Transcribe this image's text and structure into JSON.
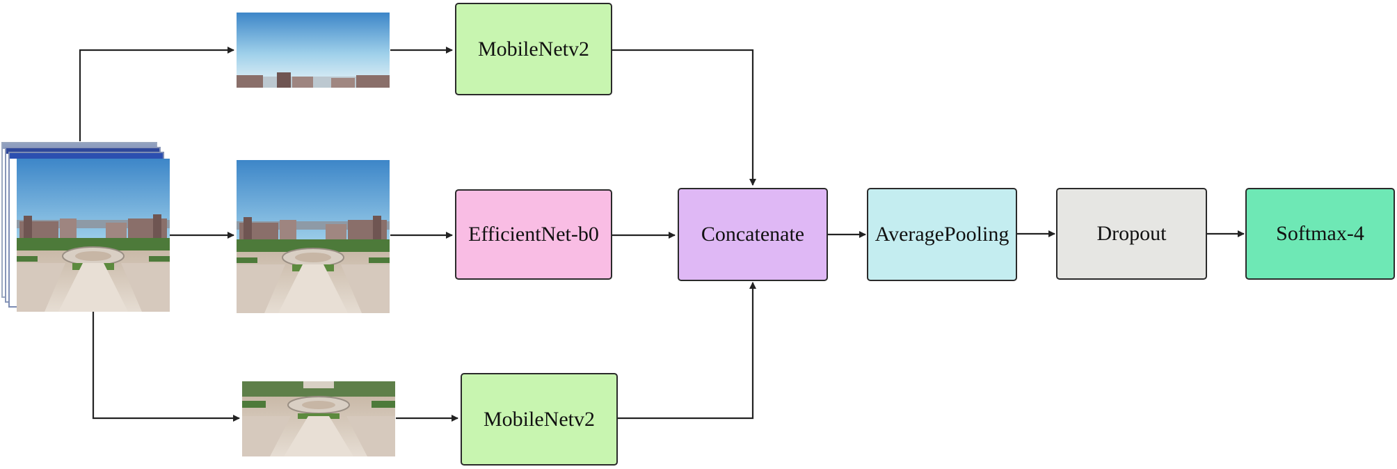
{
  "inputs": {
    "stack_icon": "image-stack-icon",
    "top_crop_icon": "sky-crop-image-icon",
    "full_image_icon": "campus-image-icon",
    "bottom_crop_icon": "ground-crop-image-icon"
  },
  "nodes": {
    "mobilenet_top": "MobileNetv2",
    "efficientnet": "EfficientNet-b0",
    "mobilenet_bottom": "MobileNetv2",
    "concatenate": "Concatenate",
    "average_pooling": "AveragePooling",
    "dropout": "Dropout",
    "softmax": "Softmax-4"
  },
  "colors": {
    "mobilenet": "#c8f5b0",
    "efficientnet": "#f9bde4",
    "concatenate": "#dfb8f5",
    "average_pooling": "#c4edf0",
    "dropout": "#e6e6e3",
    "softmax": "#6ee8b5",
    "arrow": "#222222"
  }
}
